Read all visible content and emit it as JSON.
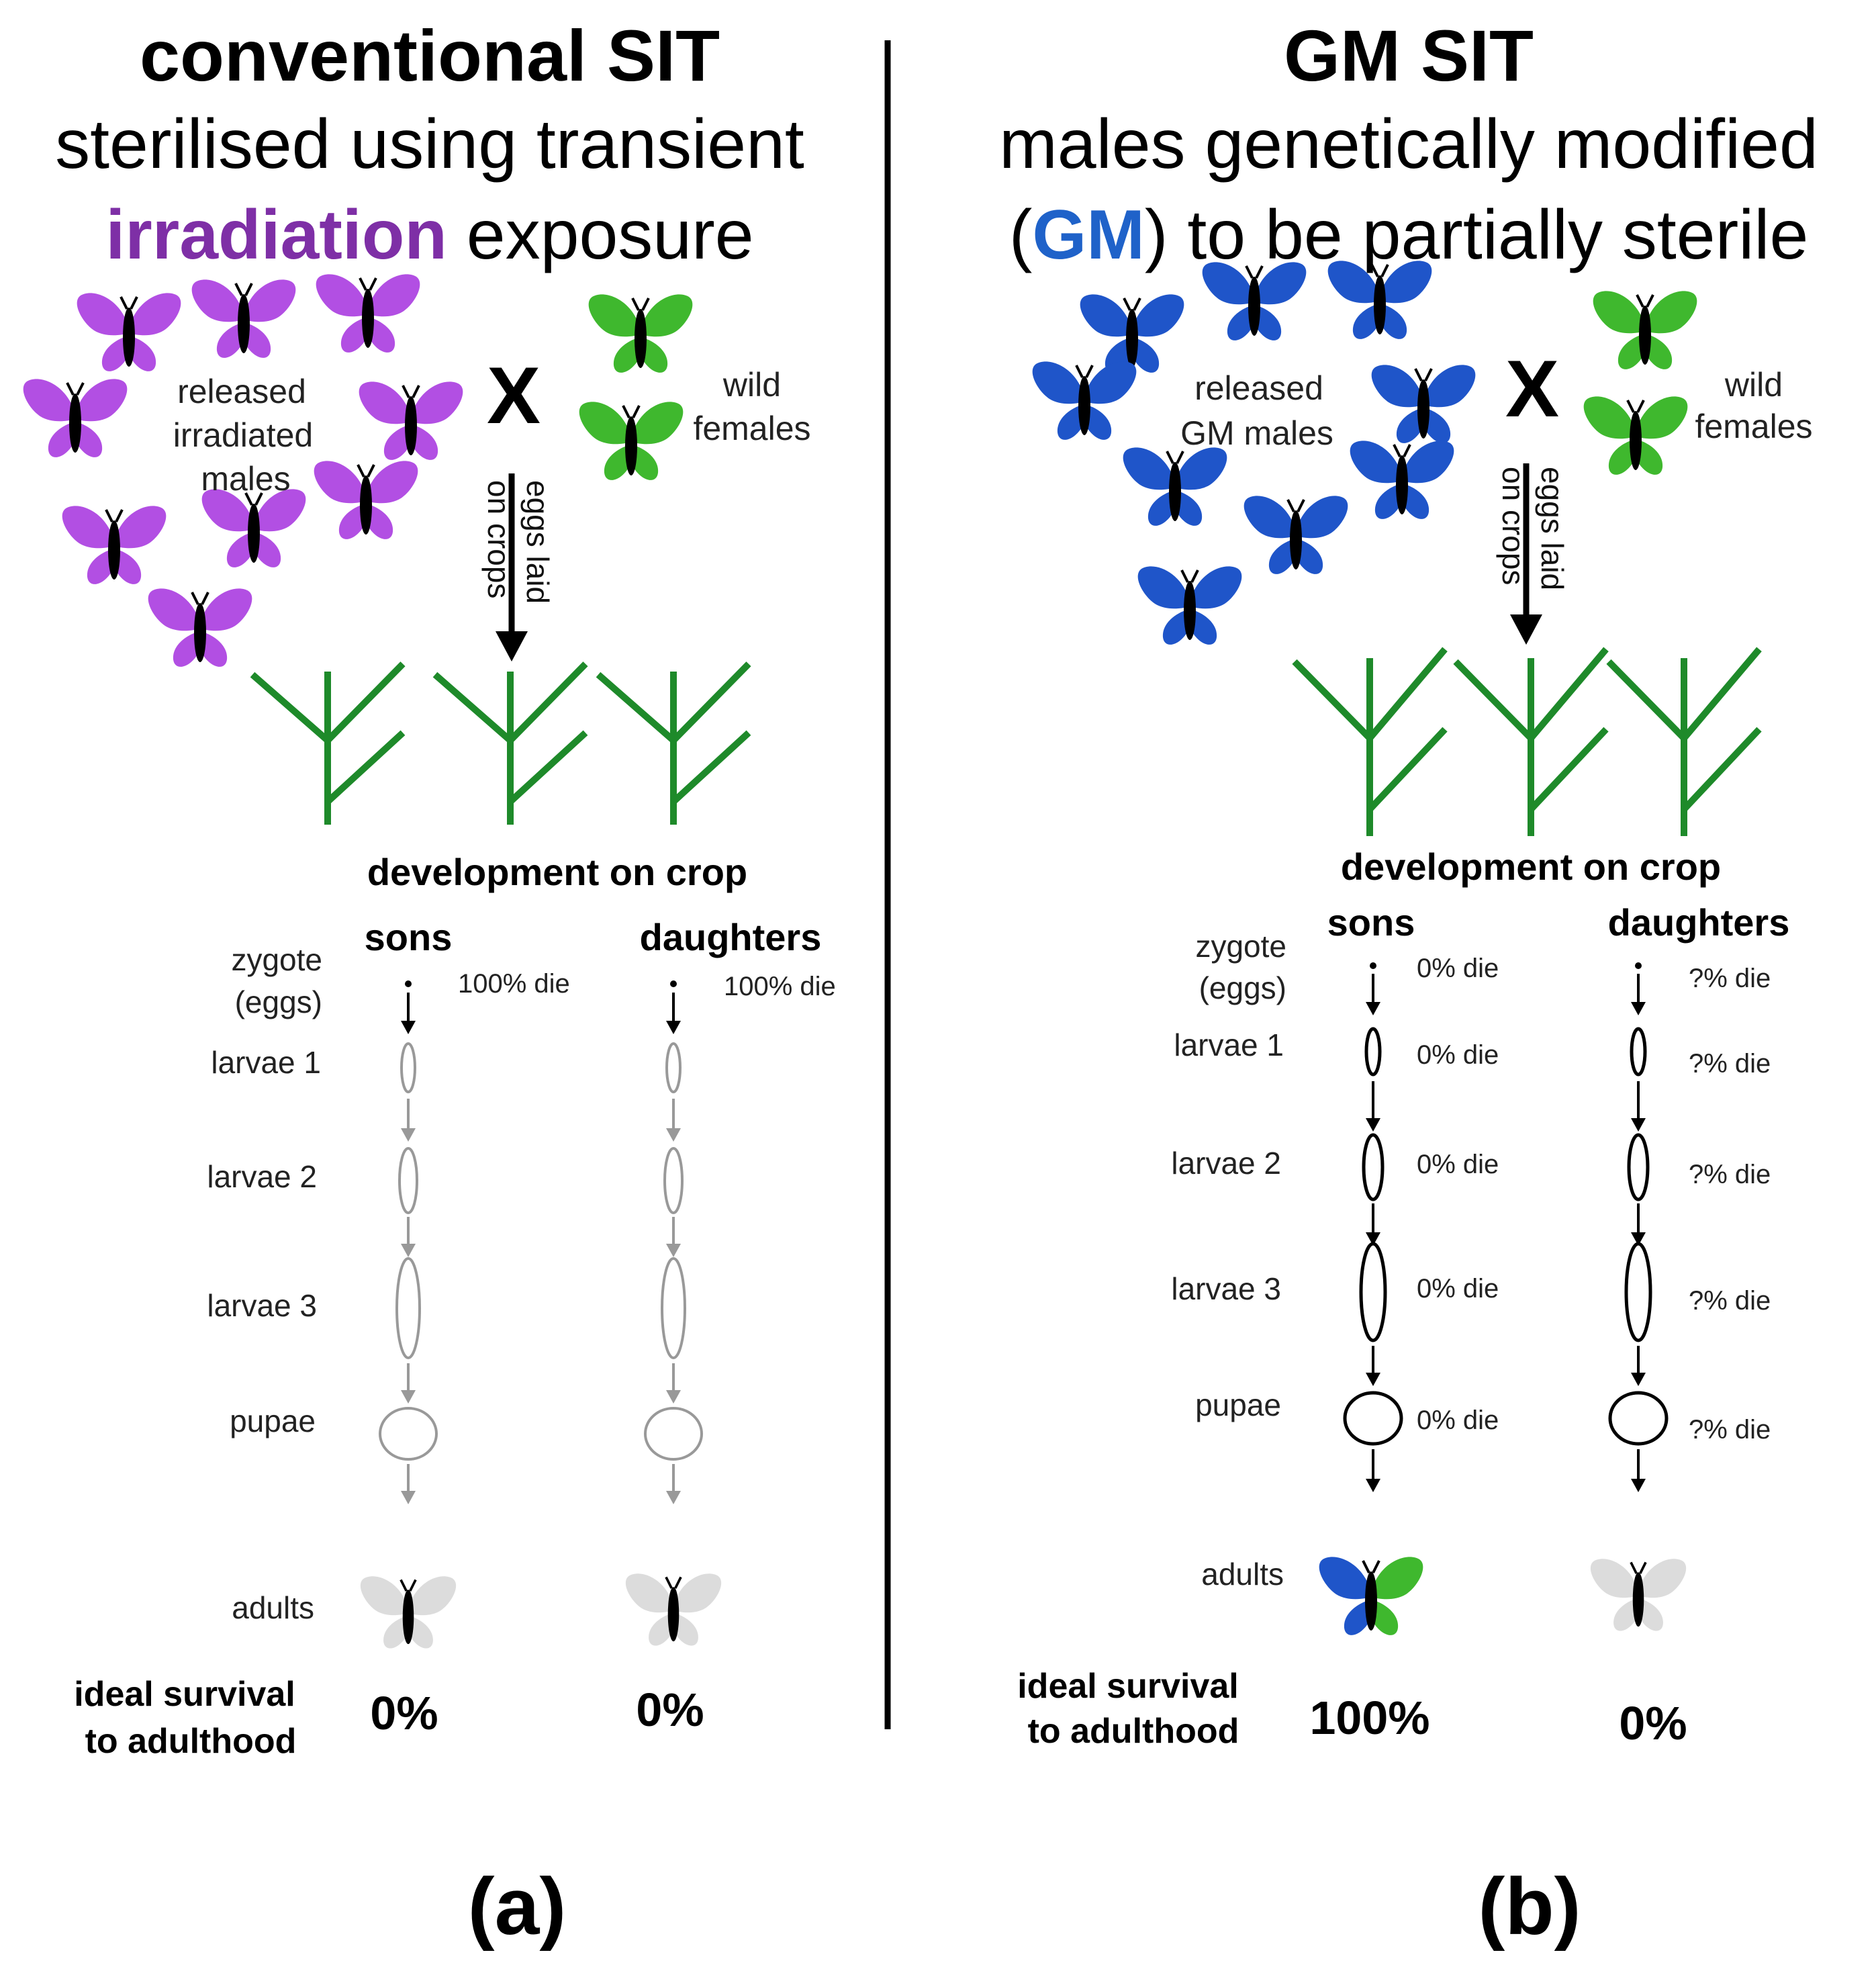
{
  "colors": {
    "purple": "#b24fe3",
    "blue": "#1f55c9",
    "green": "#3fb82e",
    "crop": "#1e8a2a",
    "grey_fly": "#dcdcdc",
    "grey_line": "#999999",
    "accent_irradiation": "#7e2fa6",
    "accent_gm": "#1f62c9"
  },
  "icons": [
    "butterfly-icon",
    "crop-plant-icon",
    "cross-x-icon",
    "arrow-down-icon",
    "larva-ellipse-icon"
  ],
  "panel_a": {
    "title": "conventional SIT",
    "subtitle_line1": "sterilised using transient",
    "highlight_word": "irradiation",
    "subtitle_line2_rest": " exposure",
    "males_label": [
      "released",
      "irradiated",
      "males"
    ],
    "cross_symbol": "X",
    "females_label": [
      "wild",
      "females"
    ],
    "eggs_label": [
      "eggs laid",
      "on crops"
    ],
    "development_label": "development on crop",
    "sons_label": "sons",
    "daughters_label": "daughters",
    "stages": [
      "zygote",
      "(eggs)",
      "larvae 1",
      "larvae 2",
      "larvae 3",
      "pupae",
      "adults"
    ],
    "sons_death": "100% die",
    "daughters_death": "100% die",
    "survival_label": [
      "ideal survival",
      "to adulthood"
    ],
    "sons_survival": "0%",
    "daughters_survival": "0%",
    "panel_label": "(a)"
  },
  "panel_b": {
    "title": "GM SIT",
    "subtitle_line1": "males genetically modified",
    "paren_open": "(",
    "highlight_word": "GM",
    "subtitle_line2_rest": ") to be partially sterile",
    "males_label": [
      "released",
      "GM males"
    ],
    "cross_symbol": "X",
    "females_label": [
      "wild",
      "females"
    ],
    "eggs_label": [
      "eggs laid",
      "on crops"
    ],
    "development_label": "development on crop",
    "sons_label": "sons",
    "daughters_label": "daughters",
    "stages": [
      "zygote",
      "(eggs)",
      "larvae 1",
      "larvae 2",
      "larvae 3",
      "pupae",
      "adults"
    ],
    "sons_deaths": [
      "0% die",
      "0% die",
      "0% die",
      "0% die",
      "0% die"
    ],
    "daughters_deaths": [
      "?% die",
      "?% die",
      "?% die",
      "?% die",
      "?% die"
    ],
    "survival_label": [
      "ideal survival",
      "to adulthood"
    ],
    "sons_survival": "100%",
    "daughters_survival": "0%",
    "panel_label": "(b)"
  }
}
